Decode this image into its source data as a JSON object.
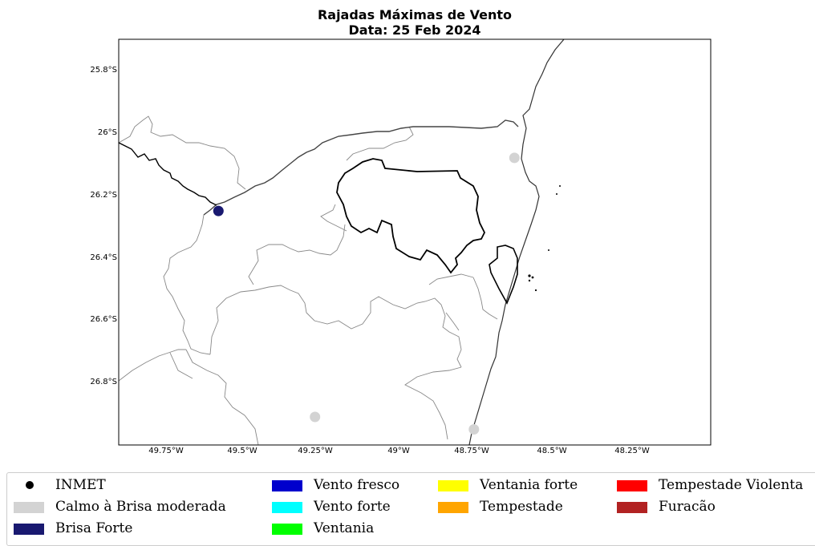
{
  "title_line1": "Rajadas Máximas de Vento",
  "title_line2": "Data: 25 Feb 2024",
  "axes": {
    "lat_ticks": [
      "25.8°S",
      "26°S",
      "26.2°S",
      "26.4°S",
      "26.6°S",
      "26.8°S"
    ],
    "lon_ticks": [
      "49.75°W",
      "49.5°W",
      "49.25°W",
      "49°W",
      "48.75°W",
      "48.5°W",
      "48.25°W"
    ]
  },
  "chart_data": {
    "type": "map",
    "extent": {
      "lon": [
        -49.9,
        -48.0
      ],
      "lat": [
        -27.0,
        -25.7
      ]
    },
    "stations": [
      {
        "lon": -49.58,
        "lat": -26.25,
        "category": "Brisa Forte",
        "color": "#191970"
      },
      {
        "lon": -48.63,
        "lat": -26.08,
        "category": "Calmo à Brisa moderada",
        "color": "#d3d3d3"
      },
      {
        "lon": -49.27,
        "lat": -26.91,
        "category": "Calmo à Brisa moderada",
        "color": "#d3d3d3"
      },
      {
        "lon": -48.76,
        "lat": -26.95,
        "category": "Calmo à Brisa moderada",
        "color": "#d3d3d3"
      }
    ]
  },
  "legend": [
    {
      "label": "INMET",
      "color": "#000000",
      "marker": "dot"
    },
    {
      "label": "Calmo à Brisa moderada",
      "color": "#d3d3d3",
      "marker": "patch"
    },
    {
      "label": "Brisa Forte",
      "color": "#191970",
      "marker": "patch"
    },
    {
      "label": "Vento fresco",
      "color": "#0000cd",
      "marker": "patch"
    },
    {
      "label": "Vento forte",
      "color": "#00ffff",
      "marker": "patch"
    },
    {
      "label": "Ventania",
      "color": "#00ff00",
      "marker": "patch"
    },
    {
      "label": "Ventania forte",
      "color": "#ffff00",
      "marker": "patch"
    },
    {
      "label": "Tempestade",
      "color": "#ffa500",
      "marker": "patch"
    },
    {
      "label": "Tempestade Violenta",
      "color": "#ff0000",
      "marker": "patch"
    },
    {
      "label": "Furacão",
      "color": "#b22222",
      "marker": "patch"
    }
  ]
}
